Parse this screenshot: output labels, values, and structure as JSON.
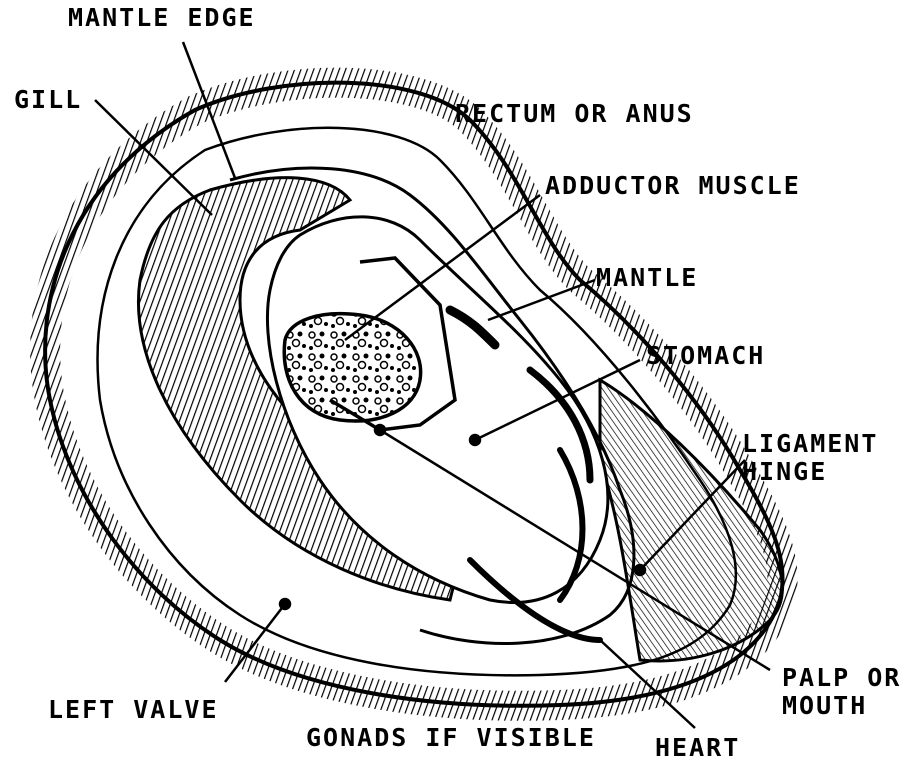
{
  "labels": {
    "mantle_edge": "MANTLE EDGE",
    "gill": "GILL",
    "rectum": "RECTUM OR ANUS",
    "adductor": "ADDUCTOR MUSCLE",
    "mantle": "MANTLE",
    "stomach": "STOMACH",
    "ligament": "LIGAMENT\nHINGE",
    "palp": "PALP OR\nMOUTH",
    "left_valve": "LEFT VALVE",
    "gonads": "GONADS IF VISIBLE",
    "heart": "HEART"
  }
}
